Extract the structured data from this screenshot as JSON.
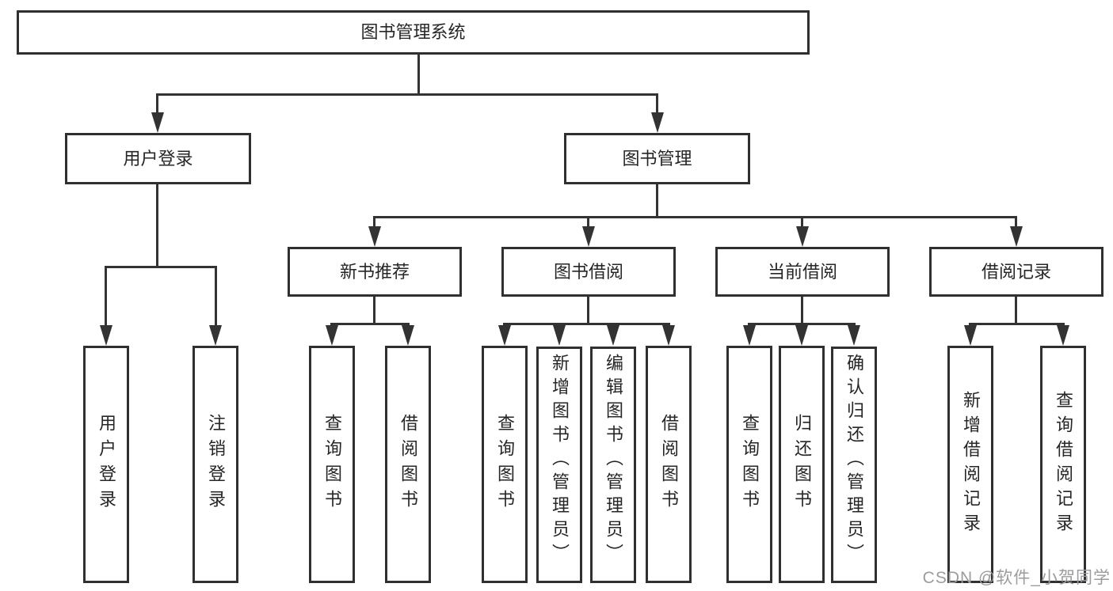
{
  "tree": {
    "label": "图书管理系统",
    "children": [
      {
        "label": "用户登录",
        "children": [
          {
            "label": "用户登录"
          },
          {
            "label": "注销登录"
          }
        ]
      },
      {
        "label": "图书管理",
        "children": [
          {
            "label": "新书推荐",
            "children": [
              {
                "label": "查询图书"
              },
              {
                "label": "借阅图书"
              }
            ]
          },
          {
            "label": "图书借阅",
            "children": [
              {
                "label": "查询图书"
              },
              {
                "label": "新增图书（管理员）"
              },
              {
                "label": "编辑图书（管理员）"
              },
              {
                "label": "借阅图书"
              }
            ]
          },
          {
            "label": "当前借阅",
            "children": [
              {
                "label": "查询图书"
              },
              {
                "label": "归还图书"
              },
              {
                "label": "确认归还（管理员）"
              }
            ]
          },
          {
            "label": "借阅记录",
            "children": [
              {
                "label": "新增借阅记录"
              },
              {
                "label": "查询借阅记录"
              }
            ]
          }
        ]
      }
    ]
  },
  "watermark": "CSDN @软件_小贺同学",
  "colors": {
    "background": "#ffffff",
    "box_border": "#303030",
    "connector_line": "#333333",
    "text": "#262626",
    "watermark_text": "#9c9c9f"
  }
}
